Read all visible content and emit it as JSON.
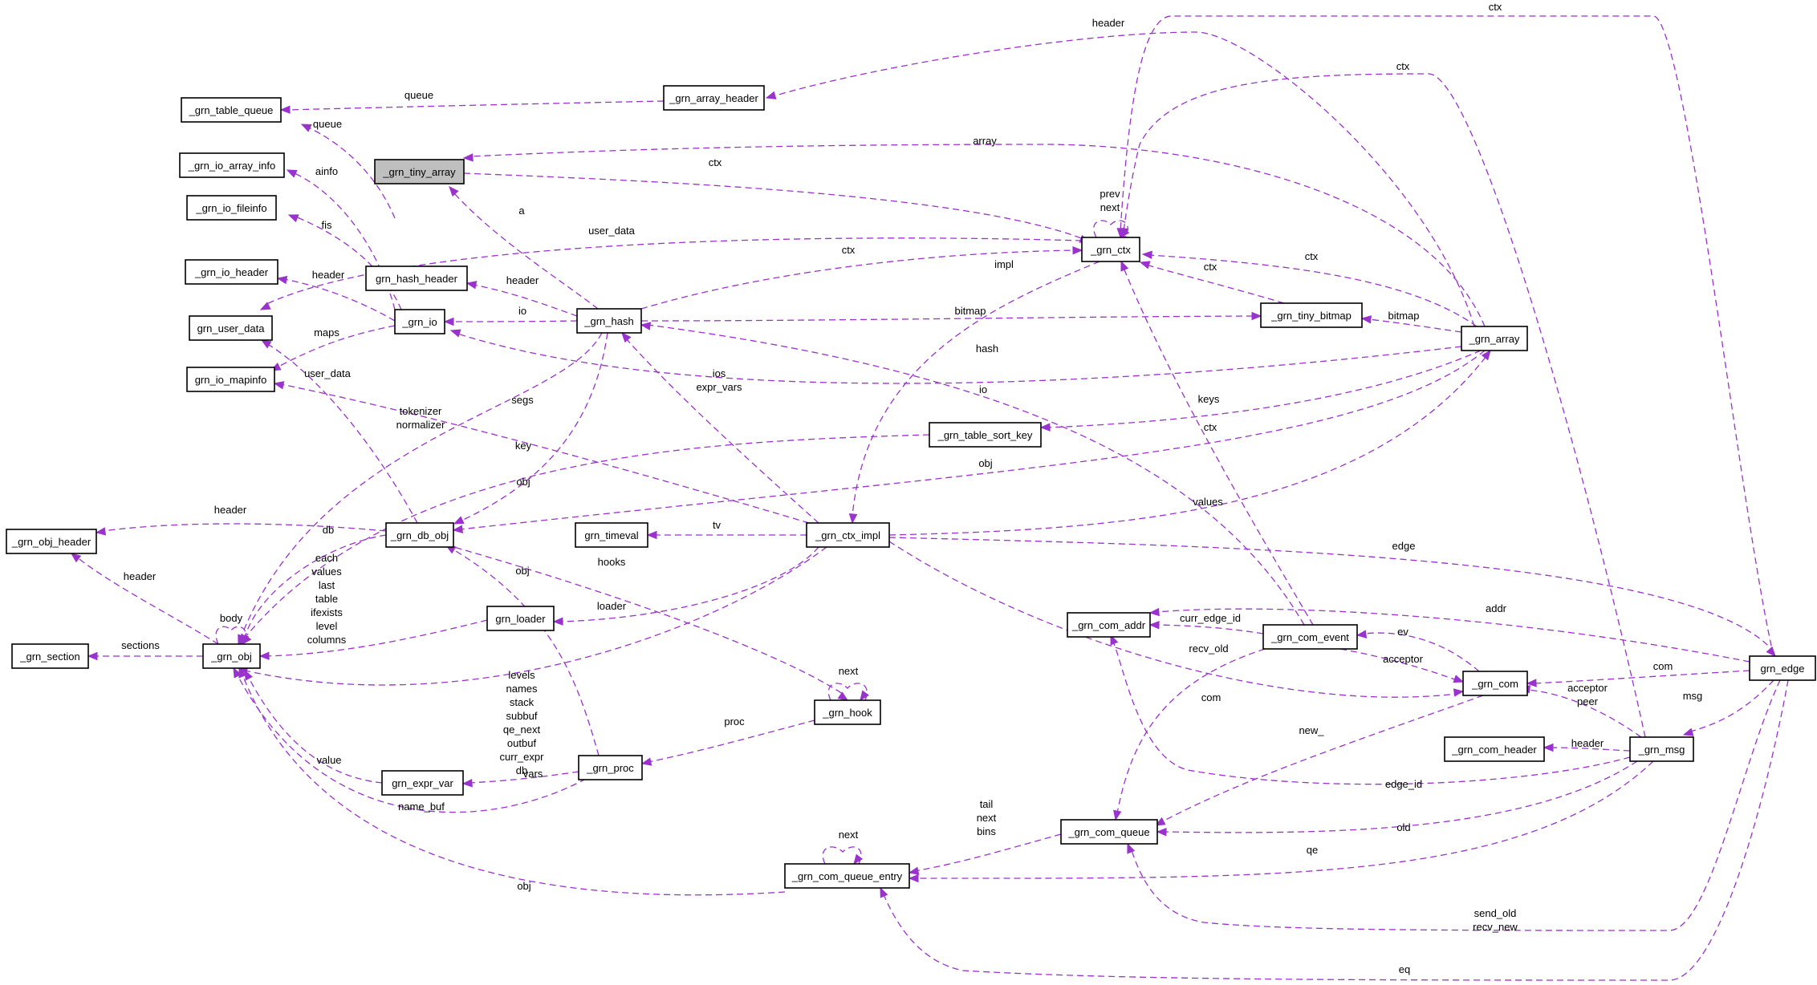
{
  "diagram": {
    "focus": "_grn_tiny_array",
    "nodes": [
      {
        "id": "_grn_table_queue",
        "label": "_grn_table_queue"
      },
      {
        "id": "_grn_array_header",
        "label": "_grn_array_header"
      },
      {
        "id": "_grn_io_array_info",
        "label": "_grn_io_array_info"
      },
      {
        "id": "_grn_tiny_array",
        "label": "_grn_tiny_array"
      },
      {
        "id": "_grn_io_fileinfo",
        "label": "_grn_io_fileinfo"
      },
      {
        "id": "_grn_ctx",
        "label": "_grn_ctx"
      },
      {
        "id": "_grn_io_header",
        "label": "_grn_io_header"
      },
      {
        "id": "grn_hash_header",
        "label": "grn_hash_header"
      },
      {
        "id": "_grn_io",
        "label": "_grn_io"
      },
      {
        "id": "_grn_hash",
        "label": "_grn_hash"
      },
      {
        "id": "grn_user_data",
        "label": "grn_user_data"
      },
      {
        "id": "_grn_tiny_bitmap",
        "label": "_grn_tiny_bitmap"
      },
      {
        "id": "_grn_array",
        "label": "_grn_array"
      },
      {
        "id": "grn_io_mapinfo",
        "label": "grn_io_mapinfo"
      },
      {
        "id": "_grn_table_sort_key",
        "label": "_grn_table_sort_key"
      },
      {
        "id": "_grn_obj_header",
        "label": "_grn_obj_header"
      },
      {
        "id": "_grn_db_obj",
        "label": "_grn_db_obj"
      },
      {
        "id": "grn_timeval",
        "label": "grn_timeval"
      },
      {
        "id": "_grn_ctx_impl",
        "label": "_grn_ctx_impl"
      },
      {
        "id": "grn_loader",
        "label": "grn_loader"
      },
      {
        "id": "_grn_com_addr",
        "label": "_grn_com_addr"
      },
      {
        "id": "_grn_com_event",
        "label": "_grn_com_event"
      },
      {
        "id": "_grn_section",
        "label": "_grn_section"
      },
      {
        "id": "_grn_obj",
        "label": "_grn_obj"
      },
      {
        "id": "_grn_com",
        "label": "_grn_com"
      },
      {
        "id": "grn_edge",
        "label": "grn_edge"
      },
      {
        "id": "_grn_hook",
        "label": "_grn_hook"
      },
      {
        "id": "_grn_com_header",
        "label": "_grn_com_header"
      },
      {
        "id": "_grn_msg",
        "label": "_grn_msg"
      },
      {
        "id": "grn_expr_var",
        "label": "grn_expr_var"
      },
      {
        "id": "_grn_proc",
        "label": "_grn_proc"
      },
      {
        "id": "_grn_com_queue",
        "label": "_grn_com_queue"
      },
      {
        "id": "_grn_com_queue_entry",
        "label": "_grn_com_queue_entry"
      }
    ],
    "edges": [
      {
        "from": "_grn_array_header",
        "to": "_grn_table_queue",
        "label": "queue"
      },
      {
        "from": "grn_hash_header",
        "to": "_grn_table_queue",
        "label": "queue"
      },
      {
        "from": "_grn_array",
        "to": "_grn_array_header",
        "label": "header"
      },
      {
        "from": "grn_edge",
        "to": "_grn_ctx",
        "label": "ctx"
      },
      {
        "from": "_grn_msg",
        "to": "_grn_ctx",
        "label": "ctx"
      },
      {
        "from": "_grn_array",
        "to": "_grn_tiny_array",
        "label": "array"
      },
      {
        "from": "_grn_tiny_array",
        "to": "_grn_ctx",
        "label": "ctx"
      },
      {
        "from": "_grn_ctx",
        "to": "_grn_ctx",
        "label": "prev\nnext"
      },
      {
        "from": "_grn_io",
        "to": "_grn_io_array_info",
        "label": "ainfo"
      },
      {
        "from": "_grn_hash",
        "to": "_grn_tiny_array",
        "label": "a"
      },
      {
        "from": "_grn_io",
        "to": "_grn_io_fileinfo",
        "label": "fis"
      },
      {
        "from": "_grn_ctx",
        "to": "grn_user_data",
        "label": "user_data"
      },
      {
        "from": "_grn_hash",
        "to": "_grn_ctx",
        "label": "ctx"
      },
      {
        "from": "_grn_array",
        "to": "_grn_ctx",
        "label": "ctx"
      },
      {
        "from": "_grn_tiny_bitmap",
        "to": "_grn_ctx",
        "label": "ctx"
      },
      {
        "from": "_grn_ctx_impl",
        "to": "_grn_ctx",
        "label": "impl"
      },
      {
        "from": "_grn_io",
        "to": "_grn_io_header",
        "label": "header"
      },
      {
        "from": "_grn_hash",
        "to": "grn_hash_header",
        "label": "header"
      },
      {
        "from": "_grn_hash",
        "to": "_grn_io",
        "label": "io"
      },
      {
        "from": "_grn_hash",
        "to": "_grn_tiny_bitmap",
        "label": "bitmap"
      },
      {
        "from": "_grn_io",
        "to": "grn_io_mapinfo",
        "label": "maps"
      },
      {
        "from": "_grn_array",
        "to": "_grn_tiny_bitmap",
        "label": "bitmap"
      },
      {
        "from": "_grn_com_event",
        "to": "_grn_hash",
        "label": "hash"
      },
      {
        "from": "_grn_ctx_impl",
        "to": "_grn_hash",
        "label": "ios\nexpr_vars"
      },
      {
        "from": "_grn_array",
        "to": "_grn_io",
        "label": "io"
      },
      {
        "from": "_grn_db_obj",
        "to": "grn_user_data",
        "label": "user_data"
      },
      {
        "from": "_grn_ctx_impl",
        "to": "grn_io_mapinfo",
        "label": "segs"
      },
      {
        "from": "_grn_com_event",
        "to": "_grn_ctx",
        "label": "ctx"
      },
      {
        "from": "_grn_array",
        "to": "_grn_table_sort_key",
        "label": "keys"
      },
      {
        "from": "_grn_hash",
        "to": "_grn_obj",
        "label": "tokenizer\nnormalizer"
      },
      {
        "from": "_grn_table_sort_key",
        "to": "_grn_obj",
        "label": "key"
      },
      {
        "from": "_grn_hash",
        "to": "_grn_db_obj",
        "label": "obj"
      },
      {
        "from": "_grn_array",
        "to": "_grn_db_obj",
        "label": "obj"
      },
      {
        "from": "_grn_db_obj",
        "to": "_grn_obj_header",
        "label": "header"
      },
      {
        "from": "_grn_db_obj",
        "to": "_grn_obj",
        "label": "db"
      },
      {
        "from": "_grn_ctx_impl",
        "to": "grn_timeval",
        "label": "tv"
      },
      {
        "from": "_grn_ctx_impl",
        "to": "_grn_array",
        "label": "values"
      },
      {
        "from": "_grn_ctx_impl",
        "to": "grn_edge",
        "label": "edge"
      },
      {
        "from": "_grn_obj",
        "to": "_grn_obj_header",
        "label": "header"
      },
      {
        "from": "_grn_obj",
        "to": "_grn_obj",
        "label": "body"
      },
      {
        "from": "grn_loader",
        "to": "_grn_obj",
        "label": "each\nvalues\nlast\ntable\nifexists\nlevel\ncolumns"
      },
      {
        "from": "_grn_proc",
        "to": "_grn_db_obj",
        "label": "obj"
      },
      {
        "from": "_grn_db_obj",
        "to": "_grn_hook",
        "label": "hooks"
      },
      {
        "from": "_grn_ctx_impl",
        "to": "grn_loader",
        "label": "loader"
      },
      {
        "from": "grn_edge",
        "to": "_grn_com_addr",
        "label": "addr"
      },
      {
        "from": "_grn_com_event",
        "to": "_grn_com_addr",
        "label": "curr_edge_id"
      },
      {
        "from": "_grn_obj",
        "to": "_grn_section",
        "label": "sections"
      },
      {
        "from": "_grn_com",
        "to": "_grn_com_event",
        "label": "ev"
      },
      {
        "from": "_grn_com_event",
        "to": "_grn_com",
        "label": "acceptor"
      },
      {
        "from": "grn_edge",
        "to": "_grn_com",
        "label": "com"
      },
      {
        "from": "_grn_ctx_impl",
        "to": "_grn_com",
        "label": "com"
      },
      {
        "from": "_grn_msg",
        "to": "_grn_com",
        "label": "acceptor\npeer"
      },
      {
        "from": "_grn_hook",
        "to": "_grn_hook",
        "label": "next"
      },
      {
        "from": "_grn_msg",
        "to": "_grn_com_header",
        "label": "header"
      },
      {
        "from": "grn_edge",
        "to": "_grn_msg",
        "label": "msg"
      },
      {
        "from": "_grn_msg",
        "to": "_grn_com_addr",
        "label": "edge_id"
      },
      {
        "from": "_grn_ctx_impl",
        "to": "_grn_obj",
        "label": "levels\nnames\nstack\nsubbuf\nqe_next\noutbuf\ncurr_expr\ndb"
      },
      {
        "from": "_grn_hook",
        "to": "_grn_proc",
        "label": "proc"
      },
      {
        "from": "grn_expr_var",
        "to": "_grn_obj",
        "label": "value"
      },
      {
        "from": "_grn_proc",
        "to": "grn_expr_var",
        "label": "vars"
      },
      {
        "from": "_grn_proc",
        "to": "_grn_obj",
        "label": "name_buf"
      },
      {
        "from": "_grn_com_event",
        "to": "_grn_com_queue",
        "label": "recv_old"
      },
      {
        "from": "_grn_com",
        "to": "_grn_com_queue",
        "label": "new_"
      },
      {
        "from": "_grn_msg",
        "to": "_grn_com_queue",
        "label": "old"
      },
      {
        "from": "grn_edge",
        "to": "_grn_com_queue",
        "label": "send_old\nrecv_new"
      },
      {
        "from": "_grn_com_queue",
        "to": "_grn_com_queue_entry",
        "label": "tail\nnext\nbins"
      },
      {
        "from": "_grn_com_queue_entry",
        "to": "_grn_com_queue_entry",
        "label": "next"
      },
      {
        "from": "_grn_msg",
        "to": "_grn_com_queue_entry",
        "label": "qe"
      },
      {
        "from": "grn_edge",
        "to": "_grn_com_queue_entry",
        "label": "eq"
      },
      {
        "from": "_grn_com_queue_entry",
        "to": "_grn_obj",
        "label": "obj"
      }
    ]
  }
}
